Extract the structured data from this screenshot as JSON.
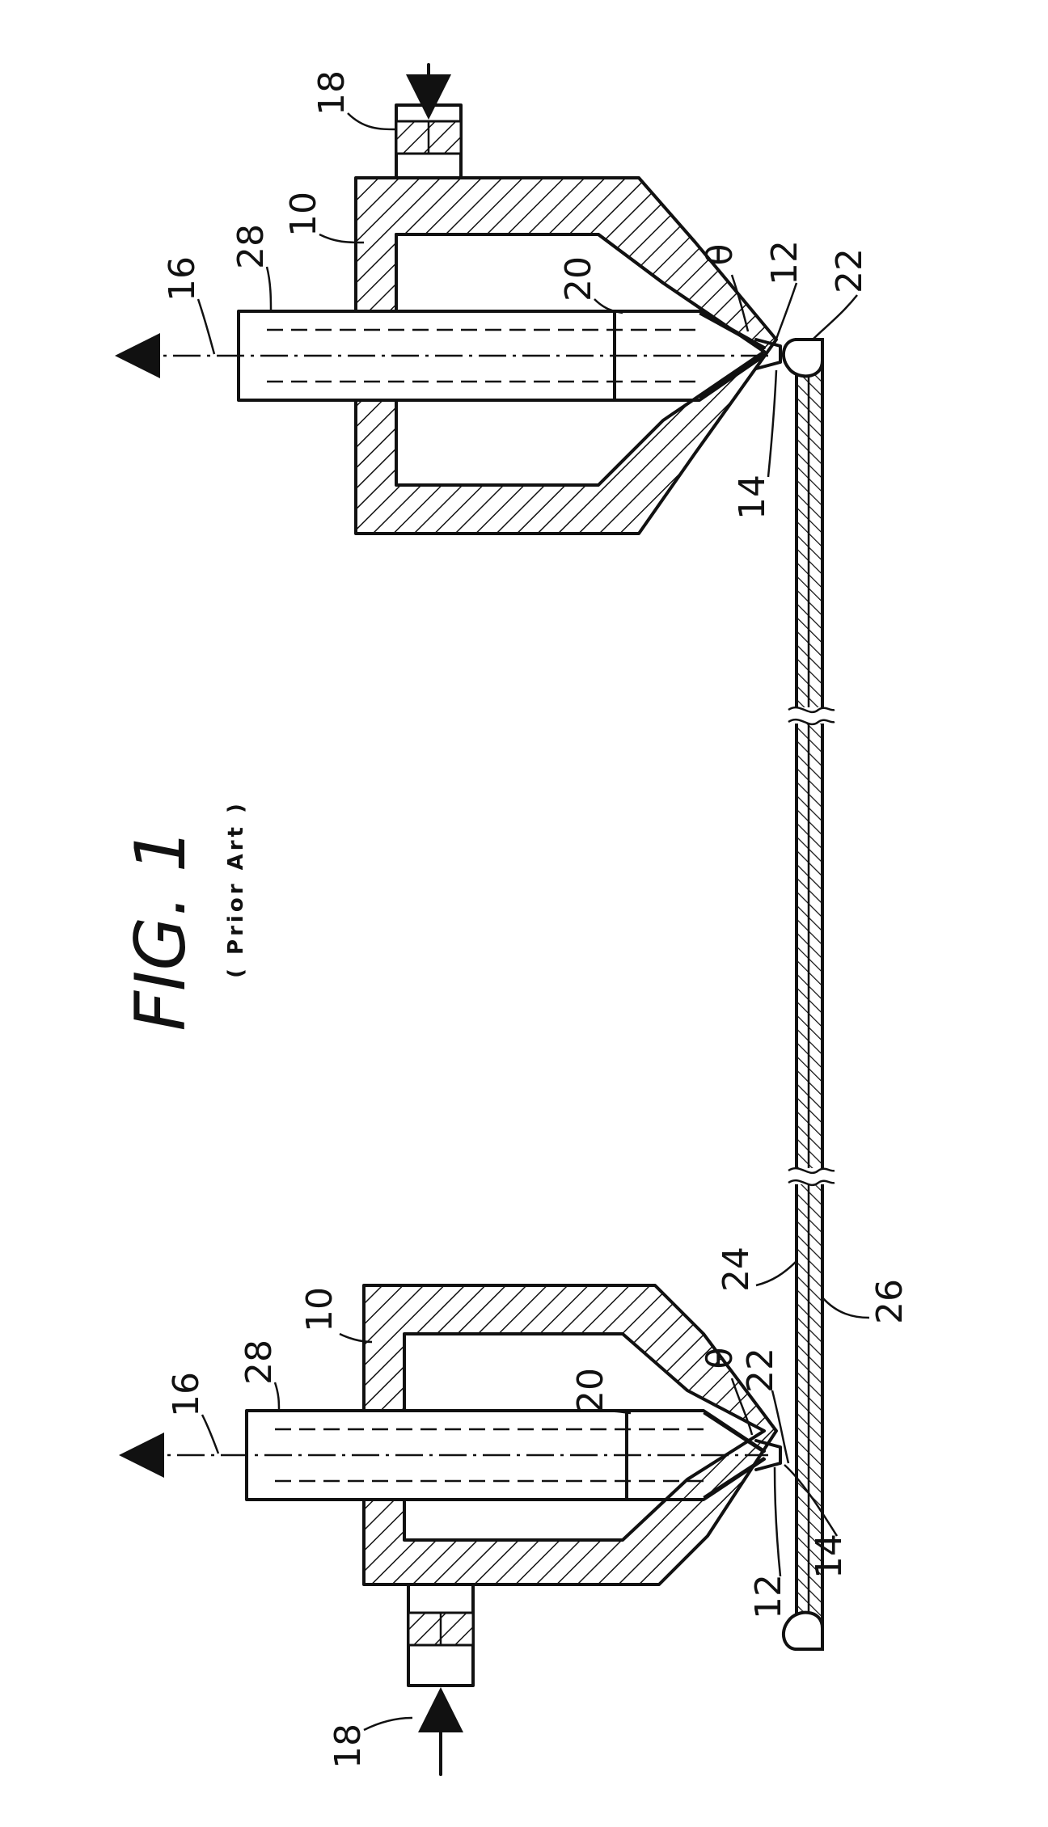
{
  "figure": {
    "title": "FIG. 1",
    "subtitle": "( Prior Art )"
  },
  "labels": {
    "top_assembly": {
      "housing": "10",
      "tip": "12",
      "outlet": "14",
      "axis": "16",
      "inlet_tube": "18",
      "inner_cone": "20",
      "bead": "22",
      "tube": "28",
      "angle": "θ"
    },
    "bottom_assembly": {
      "housing": "10",
      "tip": "12",
      "outlet": "14",
      "axis": "16",
      "inlet_tube": "18",
      "inner_cone": "20",
      "bead": "22",
      "tube": "28",
      "angle": "θ"
    },
    "strip": {
      "upper_layer": "24",
      "lower_layer": "26"
    }
  }
}
